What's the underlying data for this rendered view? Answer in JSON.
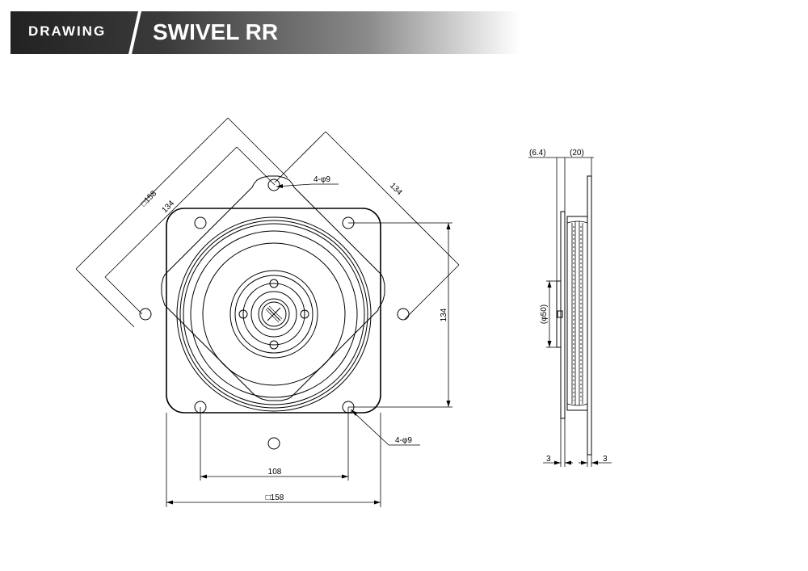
{
  "header": {
    "tag": "DRAWING",
    "title": "SWIVEL RR"
  },
  "front_view": {
    "diag_outer": "□158",
    "diag_inner": "134",
    "diag_right": "134",
    "hole_top": "4-φ9",
    "vertical": "134",
    "hole_bottom": "4-φ9",
    "bottom_inner": "108",
    "bottom_outer": "□158"
  },
  "side_view": {
    "top_left": "(6.4)",
    "top_right": "(20)",
    "diameter": "(φ50)",
    "bottom_left": "3",
    "bottom_right": "3"
  }
}
